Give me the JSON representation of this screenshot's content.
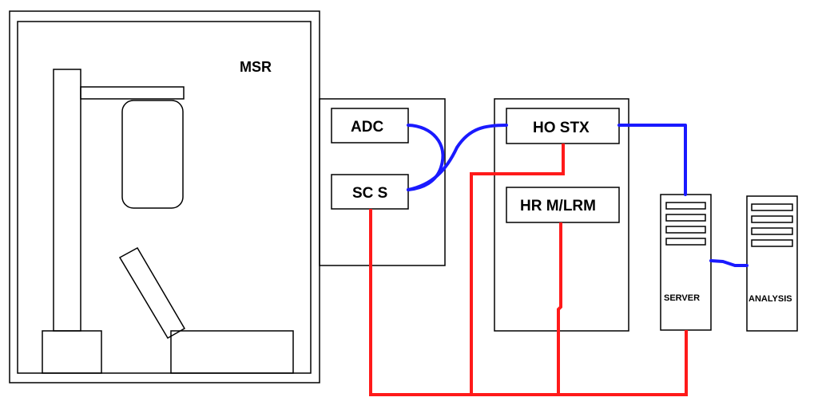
{
  "labels": {
    "msr": "MSR",
    "adc": "ADC",
    "scs": "SC S",
    "hostx": "HO STX",
    "hrm_lrm": "HR M/LRM",
    "server": "SERVER",
    "analysis": "ANALYSIS"
  },
  "colors": {
    "data_link": "#1a1aff",
    "power_link": "#ff1a1a",
    "outline": "#000000"
  }
}
